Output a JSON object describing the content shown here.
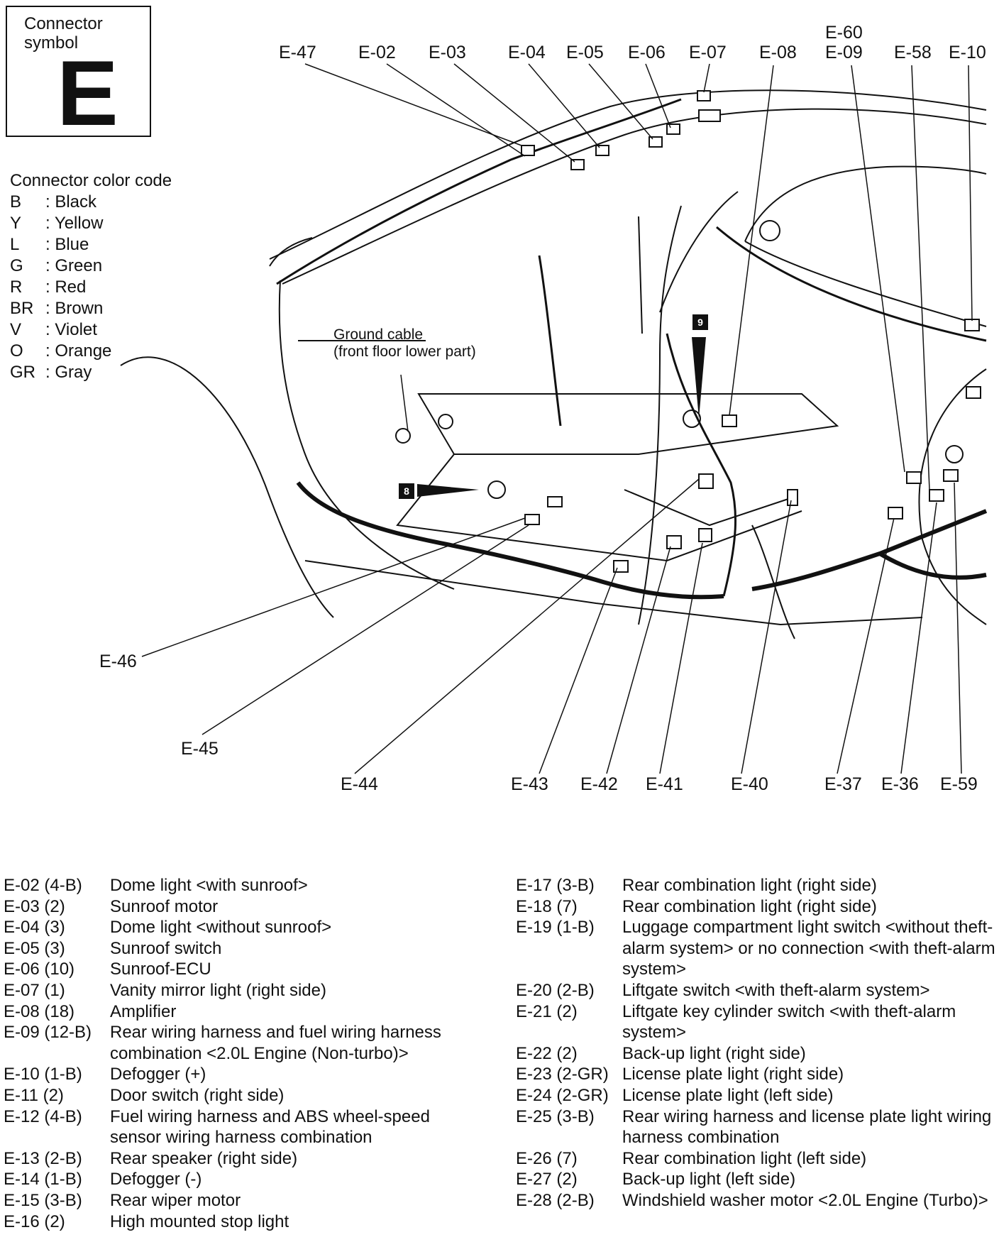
{
  "symbol": {
    "caption_line1": "Connector",
    "caption_line2": "symbol",
    "letter": "E"
  },
  "color_code": {
    "title": "Connector color code",
    "items": [
      {
        "code": "B",
        "name": ": Black"
      },
      {
        "code": "Y",
        "name": ": Yellow"
      },
      {
        "code": "L",
        "name": ": Blue"
      },
      {
        "code": "G",
        "name": ": Green"
      },
      {
        "code": "R",
        "name": ": Red"
      },
      {
        "code": "BR",
        "name": ": Brown"
      },
      {
        "code": "V",
        "name": ": Violet"
      },
      {
        "code": "O",
        "name": ": Orange"
      },
      {
        "code": "GR",
        "name": ": Gray"
      }
    ]
  },
  "ground_note": {
    "line1": "Ground cable",
    "line2": "(front floor lower part)"
  },
  "markers": [
    "9",
    "8"
  ],
  "top_labels": [
    "E-47",
    "E-02",
    "E-03",
    "E-04",
    "E-05",
    "E-06",
    "E-07",
    "E-08",
    "E-60",
    "E-09",
    "E-58",
    "E-10"
  ],
  "side_labels": [
    "E-46",
    "E-45"
  ],
  "bottom_labels": [
    "E-44",
    "E-43",
    "E-42",
    "E-41",
    "E-40",
    "E-37",
    "E-36",
    "E-59"
  ],
  "legend_left": [
    {
      "code": "E-02 (4-B)",
      "desc": "Dome light <with sunroof>"
    },
    {
      "code": "E-03 (2)",
      "desc": "Sunroof motor"
    },
    {
      "code": "E-04 (3)",
      "desc": "Dome light <without sunroof>"
    },
    {
      "code": "E-05 (3)",
      "desc": "Sunroof switch"
    },
    {
      "code": "E-06 (10)",
      "desc": "Sunroof-ECU"
    },
    {
      "code": "E-07 (1)",
      "desc": "Vanity mirror light (right side)"
    },
    {
      "code": "E-08 (18)",
      "desc": "Amplifier"
    },
    {
      "code": "E-09 (12-B)",
      "desc": "Rear wiring harness and fuel wiring harness combination <2.0L Engine (Non-turbo)>"
    },
    {
      "code": "E-10 (1-B)",
      "desc": "Defogger (+)"
    },
    {
      "code": "E-11 (2)",
      "desc": "Door switch (right side)"
    },
    {
      "code": "E-12 (4-B)",
      "desc": "Fuel wiring harness and ABS wheel-speed sensor wiring harness combination"
    },
    {
      "code": "E-13 (2-B)",
      "desc": "Rear speaker (right side)"
    },
    {
      "code": "E-14 (1-B)",
      "desc": "Defogger (-)"
    },
    {
      "code": "E-15 (3-B)",
      "desc": "Rear wiper motor"
    },
    {
      "code": "E-16 (2)",
      "desc": "High mounted stop light"
    }
  ],
  "legend_right": [
    {
      "code": "E-17 (3-B)",
      "desc": "Rear combination light (right side)"
    },
    {
      "code": "E-18 (7)",
      "desc": "Rear combination light (right side)"
    },
    {
      "code": "E-19 (1-B)",
      "desc": "Luggage compartment light switch <without theft-alarm system> or no connection <with theft-alarm system>"
    },
    {
      "code": "E-20 (2-B)",
      "desc": "Liftgate switch <with theft-alarm system>"
    },
    {
      "code": "E-21 (2)",
      "desc": "Liftgate key cylinder switch <with theft-alarm system>"
    },
    {
      "code": "E-22 (2)",
      "desc": "Back-up light (right side)"
    },
    {
      "code": "E-23 (2-GR)",
      "desc": "License plate light (right side)"
    },
    {
      "code": "E-24 (2-GR)",
      "desc": "License plate light (left side)"
    },
    {
      "code": "E-25 (3-B)",
      "desc": "Rear wiring harness and license plate light wiring harness combination"
    },
    {
      "code": "E-26 (7)",
      "desc": "Rear combination light (left side)"
    },
    {
      "code": "E-27 (2)",
      "desc": "Back-up light (left side)"
    },
    {
      "code": "E-28 (2-B)",
      "desc": "Windshield washer motor <2.0L Engine (Turbo)>"
    }
  ]
}
